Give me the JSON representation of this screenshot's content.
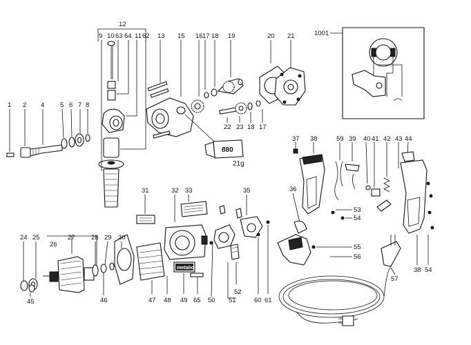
{
  "labels": {
    "l1": "1",
    "l2": "2",
    "l4": "4",
    "l5": "5",
    "l6": "6",
    "l7": "7",
    "l8": "8",
    "l12": "12",
    "l9": "9",
    "l10": "10",
    "l63": "63",
    "l64": "64",
    "l11": "11",
    "l62": "62",
    "l13": "13",
    "l15": "15",
    "l16": "16",
    "l17a": "17",
    "l18a": "18",
    "l19": "19",
    "l20": "20",
    "l21": "21",
    "l1001": "1001",
    "l22": "22",
    "l23": "23",
    "l18b": "18",
    "l17b": "17",
    "l37": "37",
    "l38a": "38",
    "l59": "59",
    "l39": "39",
    "l40": "40",
    "l41": "41",
    "l42": "42",
    "l43": "43",
    "l44": "44",
    "l31": "31",
    "l32": "32",
    "l33": "33",
    "l35": "35",
    "l36": "36",
    "l53": "53",
    "l54a": "54",
    "l55": "55",
    "l56": "56",
    "l57": "57",
    "l38b": "38",
    "l54b": "54",
    "l24": "24",
    "l25": "25",
    "l27": "27",
    "l26": "26",
    "l28": "28",
    "l29": "29",
    "l30": "30",
    "l45": "45",
    "l46": "46",
    "l47": "47",
    "l48": "48",
    "l49": "49",
    "l65": "65",
    "l50": "50",
    "l51": "51",
    "l52": "52",
    "l60": "60",
    "l61": "61"
  },
  "grease_tube": {
    "code": "880",
    "amount": "21g"
  },
  "brand_plate": "metabo"
}
